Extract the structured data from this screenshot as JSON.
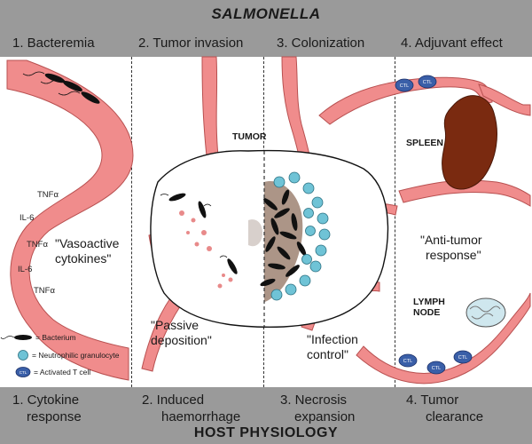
{
  "header": {
    "title": "SALMONELLA"
  },
  "footer": {
    "title": "HOST PHYSIOLOGY"
  },
  "stages_top": [
    "1. Bacteremia",
    "2. Tumor invasion",
    "3. Colonization",
    "4. Adjuvant effect"
  ],
  "stages_bottom": [
    {
      "line1": "1. Cytokine",
      "line2": "response"
    },
    {
      "line1": "2. Induced",
      "line2": "haemorrhage"
    },
    {
      "line1": "3. Necrosis",
      "line2": "expansion"
    },
    {
      "line1": "4. Tumor",
      "line2": "clearance"
    }
  ],
  "labels": {
    "vasoactive": {
      "line1": "\"Vasoactive",
      "line2": "cytokines\""
    },
    "passive": {
      "line1": "\"Passive",
      "line2": "deposition\""
    },
    "infection": {
      "line1": "\"Infection",
      "line2": "control\""
    },
    "antitumor": {
      "line1": "\"Anti-tumor",
      "line2": "response\""
    },
    "tumor": "TUMOR",
    "spleen": "SPLEEN",
    "lymph": {
      "line1": "LYMPH",
      "line2": "NODE"
    }
  },
  "cytokines": [
    "TNFα",
    "IL-6",
    "TNFα",
    "IL-6",
    "TNFα"
  ],
  "ctl_label": "CTL",
  "legend": [
    {
      "icon": "bacterium-icon",
      "text": "= Bacterium"
    },
    {
      "icon": "neutrophil-icon",
      "text": "= Neutrophilic granulocyte"
    },
    {
      "icon": "ctl-icon",
      "text": "= Activated T cell"
    }
  ],
  "colors": {
    "band": "#9a9a9a",
    "vessel": "#f08c8c",
    "vessel_stroke": "#b85050",
    "spleen": "#7a2a10",
    "neutrophil": "#6fc3d6",
    "ctl": "#3a5fa8",
    "necrosis": "#9e8272"
  }
}
